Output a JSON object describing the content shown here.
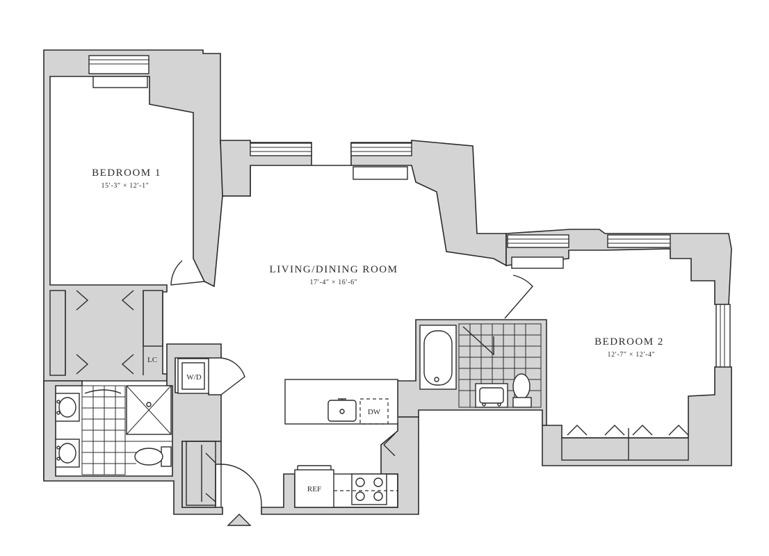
{
  "rooms": {
    "bedroom1": {
      "name": "BEDROOM 1",
      "dimensions": "15′-3″ × 12′-1″"
    },
    "living": {
      "name": "LIVING/DINING ROOM",
      "dimensions": "17′-4″ × 16′-6″"
    },
    "bedroom2": {
      "name": "BEDROOM 2",
      "dimensions": "12′-7″ × 12′-4″"
    }
  },
  "fixtures": {
    "linen_closet": "LC",
    "washer_dryer": "W/D",
    "dishwasher": "DW",
    "refrigerator": "REF"
  },
  "colors": {
    "wall_fill": "#d4d4d4",
    "line": "#2a2a2a",
    "background": "#ffffff"
  }
}
